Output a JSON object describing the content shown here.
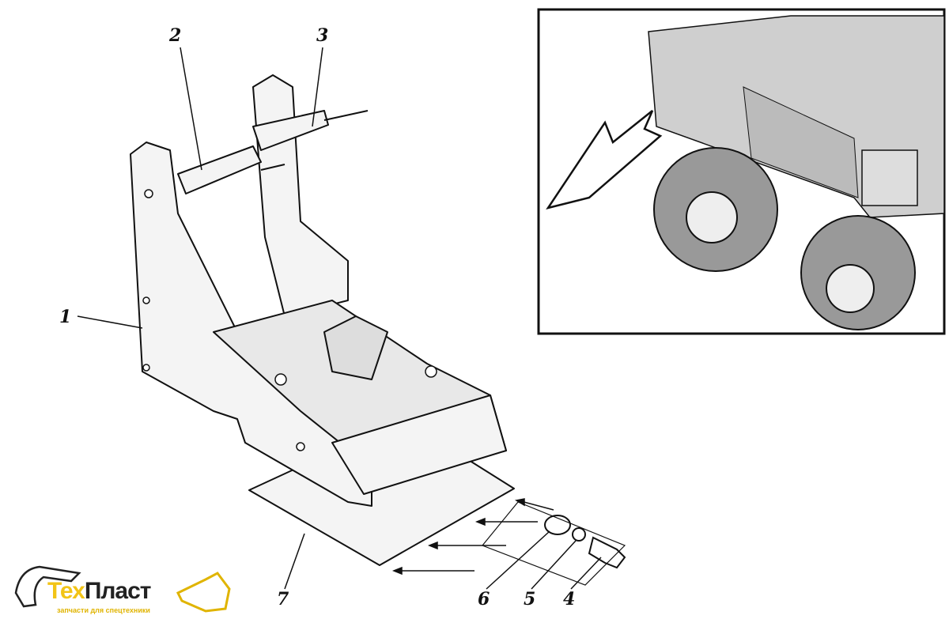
{
  "callouts": {
    "frame": "1",
    "brace_left": "2",
    "brace_right": "3",
    "bolt": "4",
    "lock_washer": "5",
    "flat_washer": "6",
    "floor_plate": "7"
  },
  "logo": {
    "name_part1": "Тех",
    "name_part2": "Пласт",
    "tagline": "запчасти для спецтехники"
  },
  "colors": {
    "ink": "#111111",
    "logo_yellow": "#f2c417"
  }
}
